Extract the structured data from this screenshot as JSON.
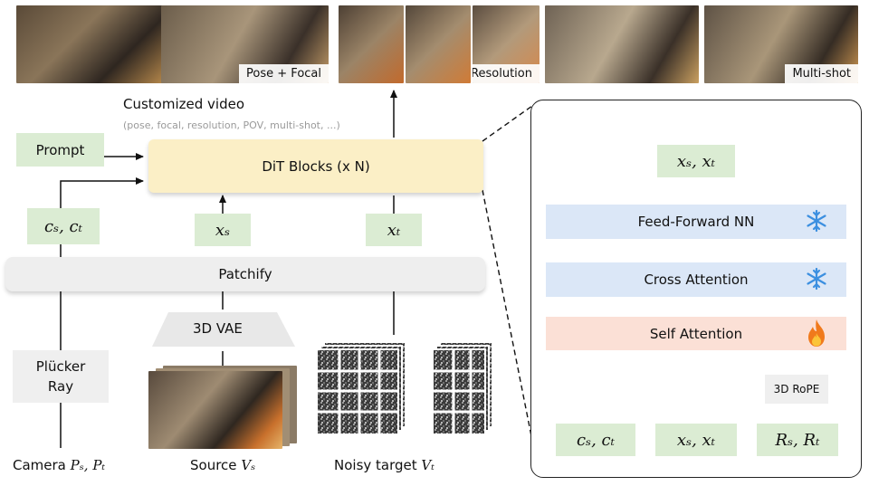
{
  "strips": [
    {
      "caption": "Pose + Focal"
    },
    {
      "caption": "Resolution"
    },
    {
      "caption": "Multi-shot"
    }
  ],
  "main": {
    "customized_video_title": "Customized video",
    "customized_video_sub": "(pose, focal, resolution, POV, multi-shot, ...)",
    "prompt": "Prompt",
    "dit_blocks": "DiT Blocks (x N)",
    "cs_ct": "cₛ, cₜ",
    "xs": "xₛ",
    "xt": "xₜ",
    "patchify": "Patchify",
    "vae": "3D VAE",
    "plucker_line1": "Plücker",
    "plucker_line2": "Ray",
    "camera_label": "Camera",
    "camera_math": "Pₛ, Pₜ",
    "source_label": "Source",
    "source_math": "Vₛ",
    "noisy_label": "Noisy target",
    "noisy_math": "Vₜ"
  },
  "detail": {
    "out": "xₛ, xₜ",
    "ffn": "Feed-Forward NN",
    "cross_attn": "Cross Attention",
    "self_attn": "Self Attention",
    "rope": "3D RoPE",
    "in_c": "cₛ, cₜ",
    "in_x": "xₛ, xₜ",
    "in_r": "Rₛ, Rₜ",
    "frozen_icon": "snowflake-icon",
    "trainable_icon": "fire-icon"
  },
  "colors": {
    "green": "#dbecd3",
    "yellow": "#fbefc6",
    "blue": "#dbe7f7",
    "salmon": "#fbe0d6",
    "snowflake": "#3b8fe0",
    "fire": "#f07a1c"
  }
}
